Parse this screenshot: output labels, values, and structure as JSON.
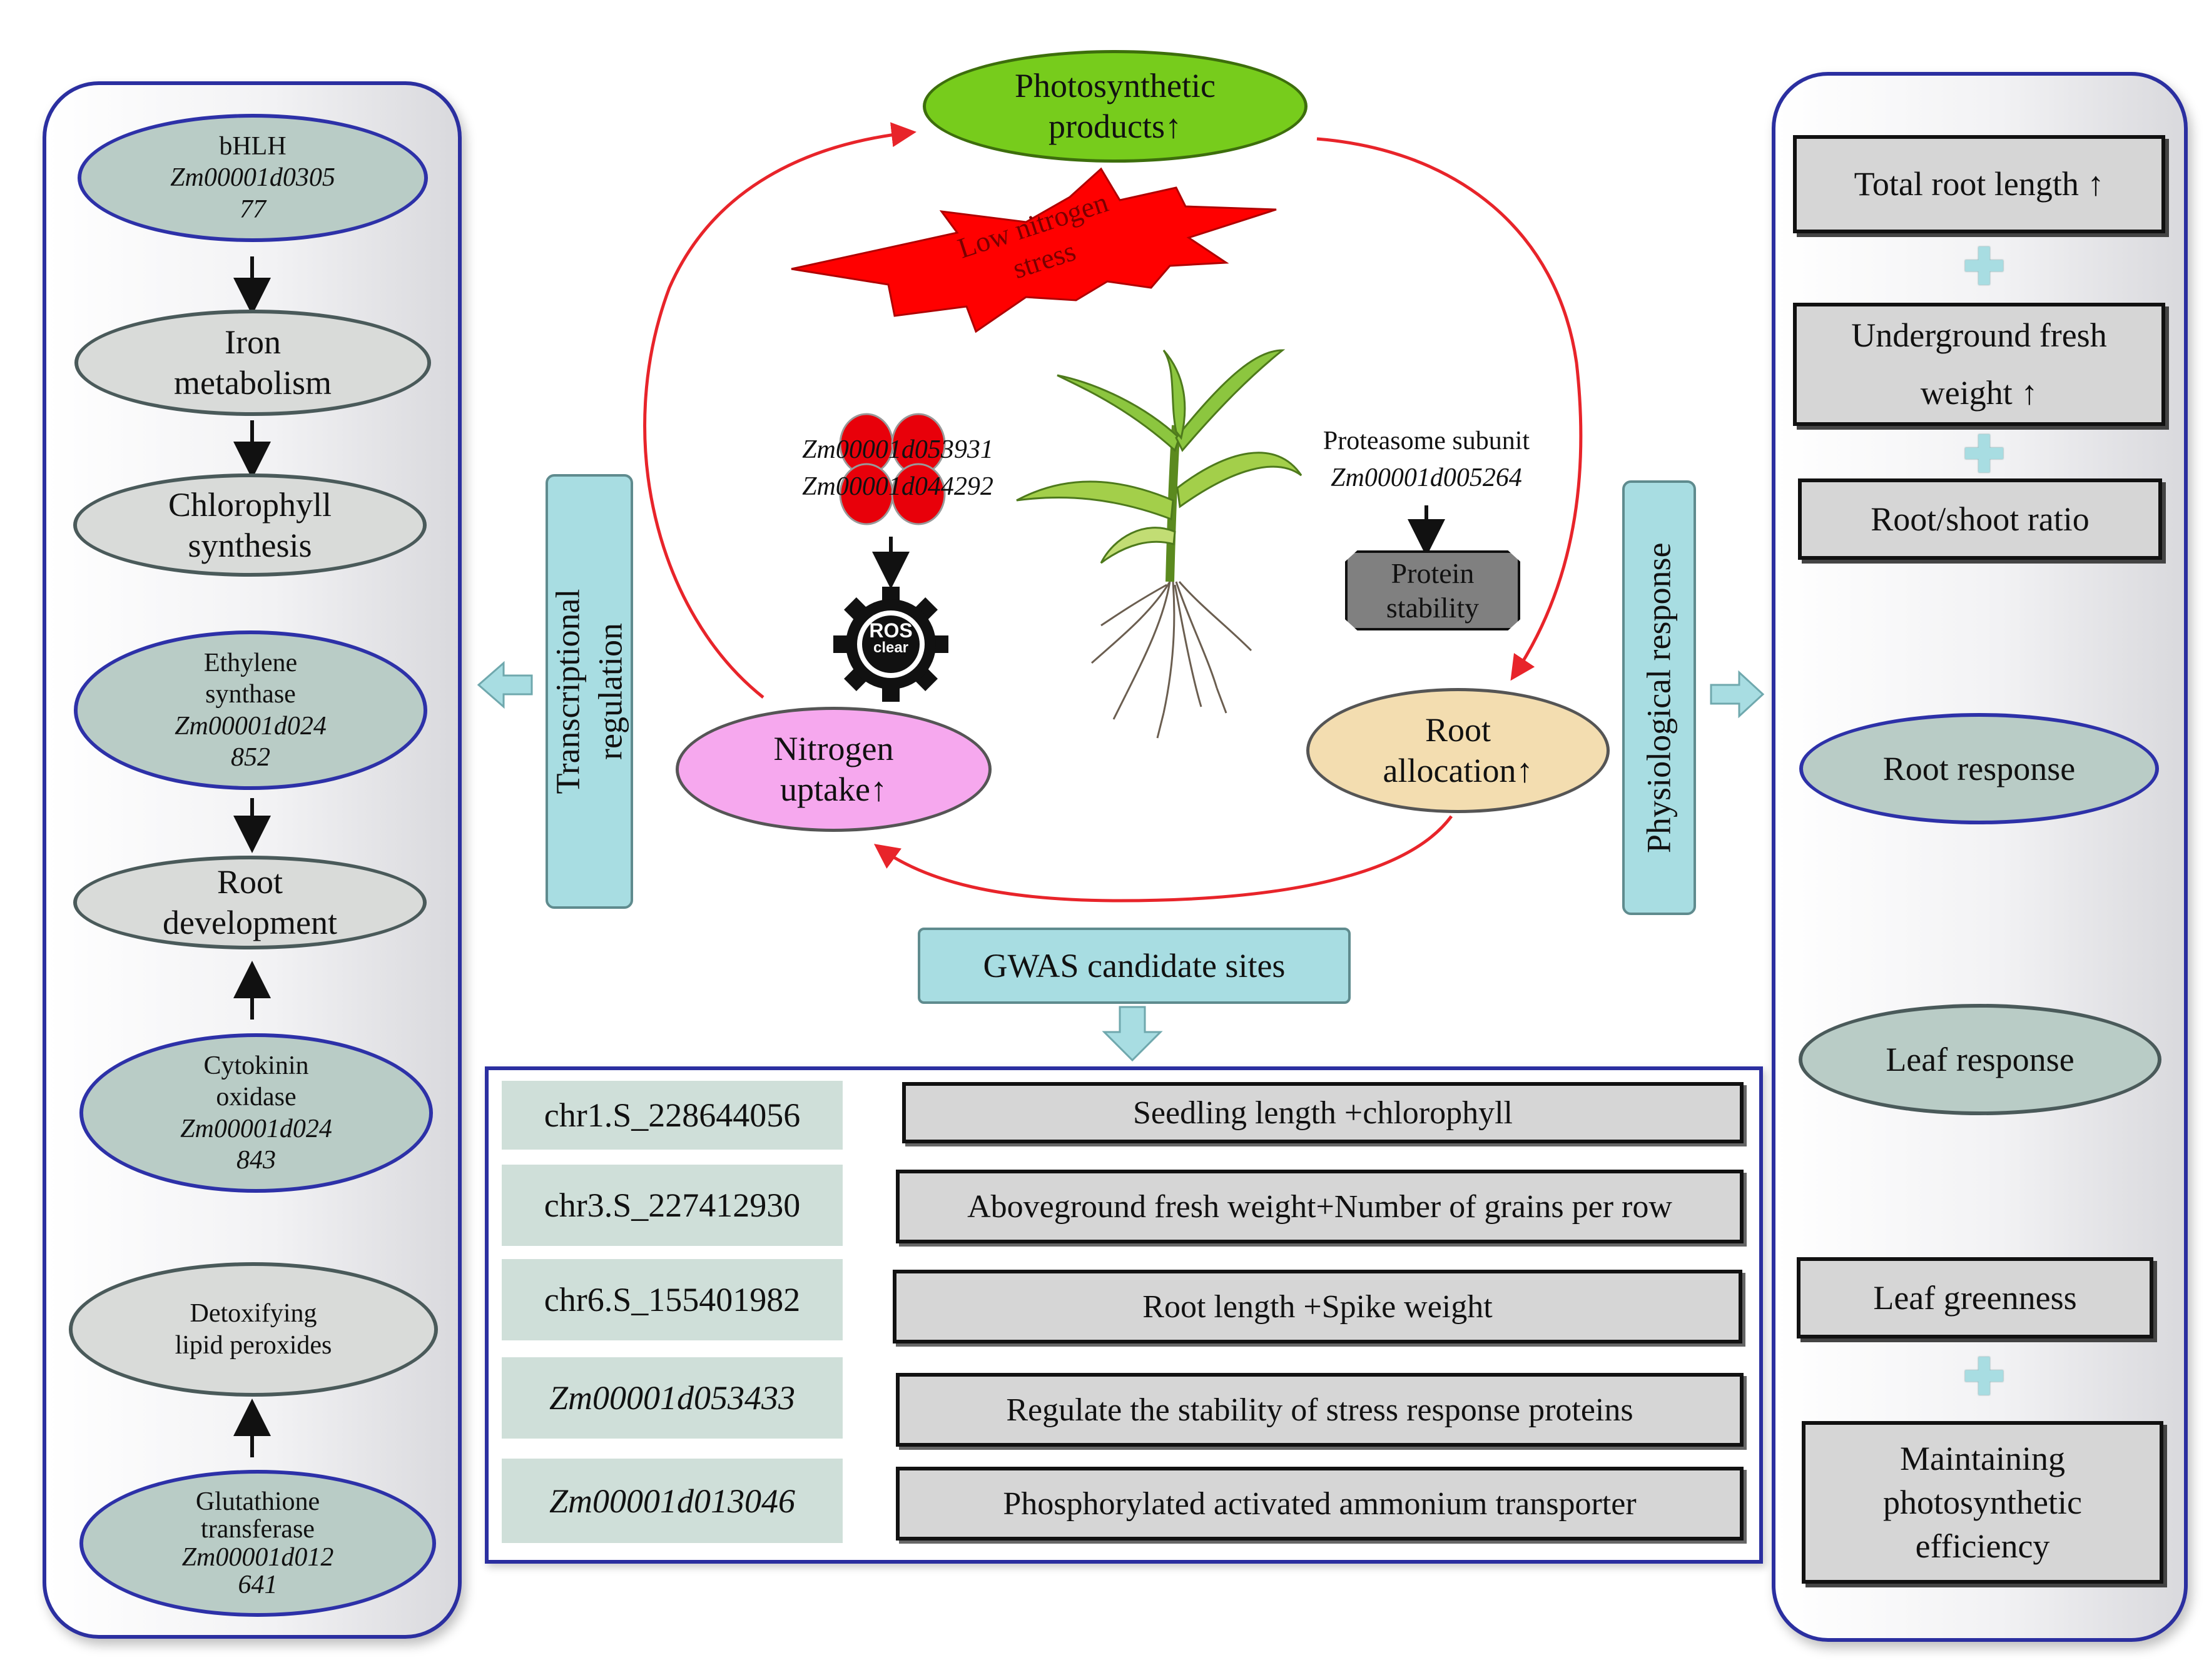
{
  "left_panel": {
    "nodes": [
      {
        "line1": "bHLH",
        "line2": "Zm00001d0305",
        "line3": "77"
      },
      {
        "line1": "Iron",
        "line2": "metabolism"
      },
      {
        "line1": "Chlorophyll",
        "line2": "synthesis"
      },
      {
        "line1": "Ethylene",
        "line2": "synthase",
        "line3": "Zm00001d024",
        "line4": "852"
      },
      {
        "line1": "Root",
        "line2": "development"
      },
      {
        "line1": "Cytokinin",
        "line2": "oxidase",
        "line3": "Zm00001d024",
        "line4": "843"
      },
      {
        "line1": "Detoxifying",
        "line2": "lipid peroxides"
      },
      {
        "line1": "Glutathione",
        "line2": "transferase",
        "line3": "Zm00001d012",
        "line4": "641"
      }
    ]
  },
  "center": {
    "photosynthetic": {
      "line1": "Photosynthetic",
      "line2": "products↑"
    },
    "stress": {
      "line1": "Low nitrogen",
      "line2": "stress"
    },
    "genes_left": {
      "line1": "Zm00001d053931",
      "line2": "Zm00001d044292"
    },
    "ros": {
      "line1": "ROS",
      "line2": "clear"
    },
    "proteasome": {
      "line1": "Proteasome subunit",
      "line2": "Zm00001d005264"
    },
    "protein_stability": {
      "line1": "Protein",
      "line2": "stability"
    },
    "nitrogen": {
      "line1": "Nitrogen",
      "line2": "uptake↑"
    },
    "root_alloc": {
      "line1": "Root",
      "line2": "allocation↑"
    },
    "transcriptional": {
      "line1": "Transcriptional",
      "line2": "regulation"
    },
    "physiological": "Physiological response",
    "gwas_title": "GWAS candidate sites"
  },
  "gwas_table": {
    "rows": [
      {
        "site": "chr1.S_228644056",
        "trait": "Seedling length +chlorophyll"
      },
      {
        "site": "chr3.S_227412930",
        "trait": "Aboveground fresh weight+Number of grains per row"
      },
      {
        "site": "chr6.S_155401982",
        "trait": "Root length +Spike weight"
      },
      {
        "site": "Zm00001d053433",
        "trait": "Regulate the stability of stress response proteins"
      },
      {
        "site": "Zm00001d013046",
        "trait": "Phosphorylated activated ammonium transporter"
      }
    ]
  },
  "right_panel": {
    "total_root_length": "Total root length ↑",
    "underground": {
      "line1": "Underground fresh",
      "line2": "weight ↑"
    },
    "root_shoot": "Root/shoot ratio",
    "root_response": "Root response",
    "leaf_response": "Leaf response",
    "leaf_greenness": "Leaf greenness",
    "maintaining": {
      "line1": "Maintaining",
      "line2": "photosynthetic",
      "line3": "efficiency"
    },
    "plus": "✚"
  },
  "colors": {
    "panel_border": "#2b2fa0",
    "cycle_arrow": "#e8242a",
    "teal": "#a8dde2",
    "photosynthetic_fill": "#77cc1c",
    "nitrogen_fill": "#f6a8ee",
    "root_alloc_fill": "#f3ddb0"
  }
}
